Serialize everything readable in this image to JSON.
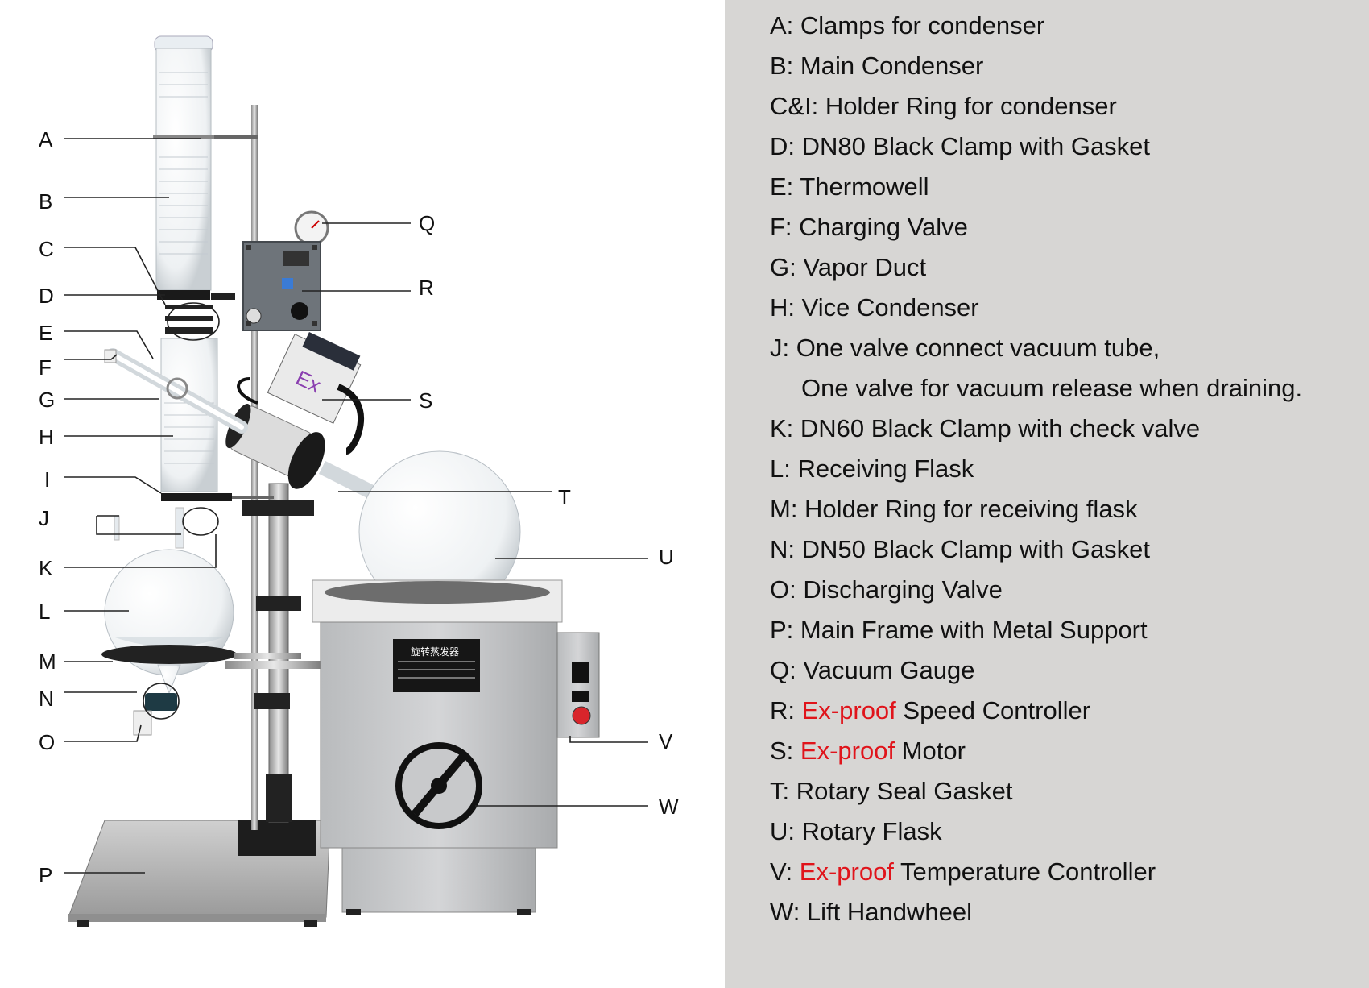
{
  "callouts": {
    "A": "A",
    "B": "B",
    "C": "C",
    "D": "D",
    "E": "E",
    "F": "F",
    "G": "G",
    "H": "H",
    "I": "I",
    "J": "J",
    "K": "K",
    "L": "L",
    "M": "M",
    "N": "N",
    "O": "O",
    "P": "P",
    "Q": "Q",
    "R": "R",
    "S": "S",
    "T": "T",
    "U": "U",
    "V": "V",
    "W": "W"
  },
  "legend": [
    {
      "prefix": "A: Clamps for condenser"
    },
    {
      "prefix": "B: Main Condenser"
    },
    {
      "prefix": "C&I: Holder Ring for condenser"
    },
    {
      "prefix": "D: DN80 Black Clamp with Gasket"
    },
    {
      "prefix": "E: Thermowell"
    },
    {
      "prefix": "F: Charging Valve"
    },
    {
      "prefix": "G: Vapor Duct"
    },
    {
      "prefix": "H: Vice Condenser"
    },
    {
      "prefix": "J: One valve connect vacuum tube,"
    },
    {
      "prefix": "One valve for vacuum release when draining."
    },
    {
      "prefix": "K: DN60 Black Clamp with check valve"
    },
    {
      "prefix": "L: Receiving Flask"
    },
    {
      "prefix": "M: Holder Ring for receiving flask"
    },
    {
      "prefix": "N: DN50 Black Clamp with Gasket"
    },
    {
      "prefix": "O: Discharging Valve"
    },
    {
      "prefix": "P: Main Frame with Metal Support"
    },
    {
      "prefix": "Q: Vacuum Gauge"
    },
    {
      "prefix": "R: ",
      "highlight": "Ex-proof",
      "suffix": " Speed Controller"
    },
    {
      "prefix": "S: ",
      "highlight": "Ex-proof",
      "suffix": " Motor"
    },
    {
      "prefix": "T: Rotary Seal Gasket"
    },
    {
      "prefix": "U: Rotary Flask"
    },
    {
      "prefix": "V: ",
      "highlight": "Ex-proof",
      "suffix": " Temperature Controller"
    },
    {
      "prefix": "W: Lift Handwheel"
    }
  ],
  "colors": {
    "highlight": "#e0141b",
    "panel": "#d7d6d4"
  },
  "equipment_labels": {
    "nameplate_title": "旋转蒸发器",
    "motor_mark": "Ex"
  }
}
